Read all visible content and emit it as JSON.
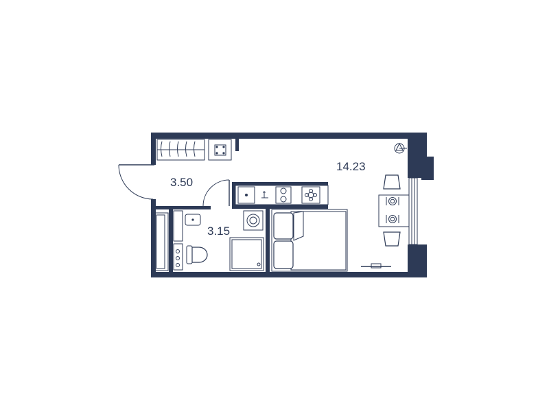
{
  "plan": {
    "rooms": [
      {
        "id": "hall",
        "area": "3.50"
      },
      {
        "id": "bathroom",
        "area": "3.15"
      },
      {
        "id": "living",
        "area": "14.23"
      }
    ],
    "colors": {
      "wall": "#2d3a56",
      "background": "#ffffff"
    },
    "icons": [
      "door-swing-icon",
      "wardrobe-icon",
      "stove-icon",
      "sink-icon",
      "fan-icon",
      "bed-icon",
      "table-icon",
      "chair-icon",
      "toilet-icon",
      "shower-icon",
      "washing-machine-icon",
      "radiator-icon",
      "window-icon",
      "ceiling-light-icon"
    ]
  }
}
